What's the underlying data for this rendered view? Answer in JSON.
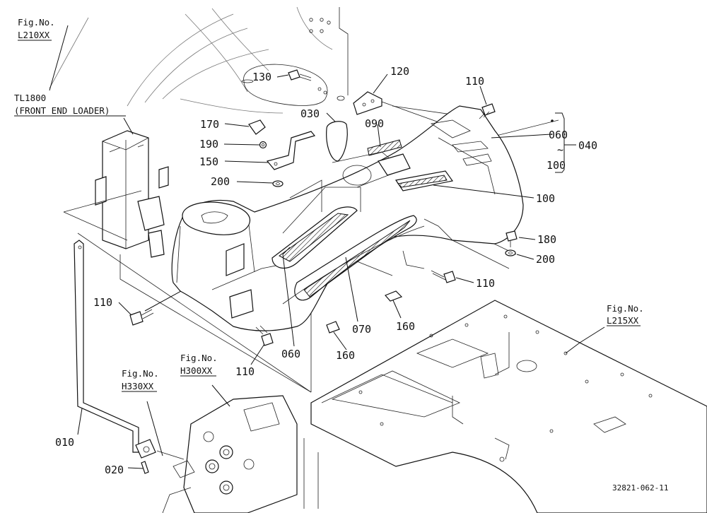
{
  "callouts": {
    "fig_l210_no": "Fig.No.",
    "fig_l210_code": "L210XX",
    "tl1800_title": "TL1800",
    "tl1800_sub": "(FRONT END LOADER)",
    "fig_l215_no": "Fig.No.",
    "fig_l215_code": "L215XX",
    "fig_h330_no": "Fig.No.",
    "fig_h330_code": "H330XX",
    "fig_h300_no": "Fig.No.",
    "fig_h300_code": "H300XX"
  },
  "parts": {
    "p130": "130",
    "p120": "120",
    "p110_top": "110",
    "p170": "170",
    "p030": "030",
    "p090": "090",
    "p060_r": "060",
    "p040": "040",
    "p190": "190",
    "p150": "150",
    "p100_r": "100",
    "p200_l": "200",
    "p100": "100",
    "p180": "180",
    "p200_r": "200",
    "p110_right": "110",
    "p110_left": "110",
    "p160_mid": "160",
    "p070": "070",
    "p110_bottom": "110",
    "p060": "060",
    "p160_bottom": "160",
    "p010": "010",
    "p020": "020",
    "tilde": "~"
  },
  "drawing_code": "32821-062-11"
}
